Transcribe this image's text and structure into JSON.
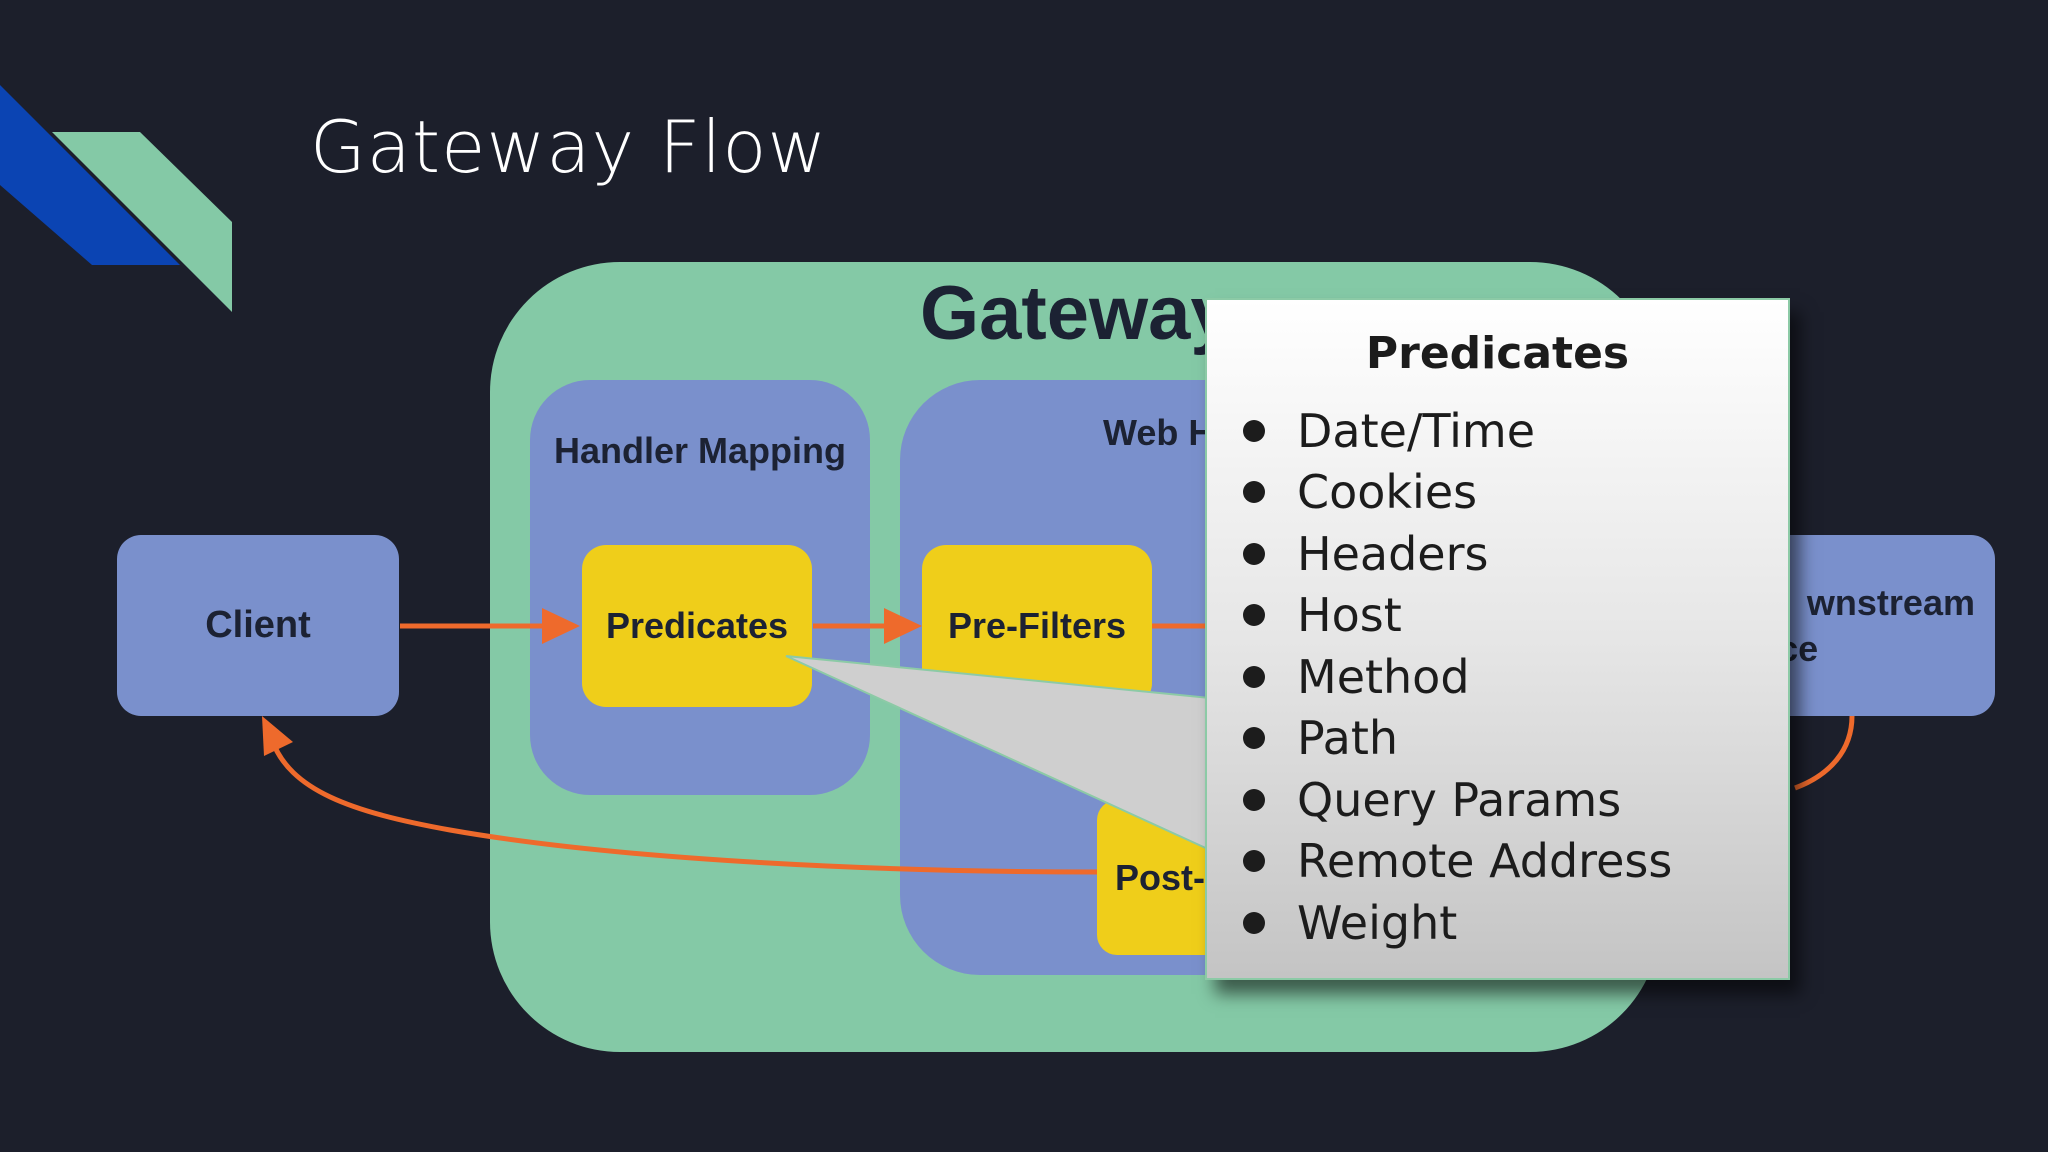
{
  "slide": {
    "title": "Gateway Flow"
  },
  "colors": {
    "background": "#1c1f2b",
    "gateway_green": "#84c9a6",
    "container_blue": "#7a90cc",
    "filter_yellow": "#efce1a",
    "arrow_orange": "#ee6a2c",
    "decor_blue": "#0b44b3",
    "decor_green": "#84c9a6"
  },
  "diagram": {
    "gateway_title": "Gateway",
    "handler_mapping_label": "Handler Mapping",
    "web_handler_label_visible": "Web H",
    "client_label": "Client",
    "predicates_label": "Predicates",
    "prefilters_label": "Pre-Filters",
    "postfilters_label_visible": "Post-",
    "downstream_line1_visible": "wnstream",
    "downstream_line2_visible": "Service"
  },
  "callout": {
    "title": "Predicates",
    "items": [
      {
        "label": "Date/Time"
      },
      {
        "label": "Cookies"
      },
      {
        "label": "Headers"
      },
      {
        "label": "Host"
      },
      {
        "label": "Method"
      },
      {
        "label": "Path"
      },
      {
        "label": "Query Params"
      },
      {
        "label": "Remote Address"
      },
      {
        "label": "Weight"
      }
    ]
  }
}
